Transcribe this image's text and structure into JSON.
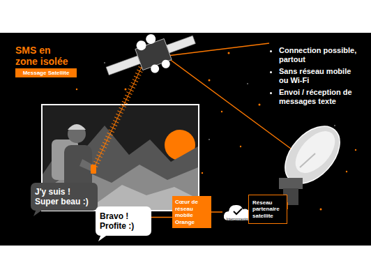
{
  "diagram": {
    "title": "SMS en zone isolée",
    "nodes": [
      {
        "text": [
          "Message Satellite"
        ]
      },
      {
        "text": [
          "J'y suis ! Super beau :)"
        ]
      },
      {
        "text": [
          "Bravo ! Profite :)"
        ]
      },
      {
        "text": [
          "Cœur de réseau mobile Orange"
        ]
      },
      {
        "text": [
          "Interconnexion"
        ]
      },
      {
        "text": [
          "Réseau partenaire satellite"
        ]
      }
    ],
    "edges": [
      {
        "from": 2,
        "to": 3,
        "arrow": "none"
      },
      {
        "from": 3,
        "to": 4,
        "arrow": "none"
      },
      {
        "from": 4,
        "to": 5,
        "arrow": "none"
      }
    ],
    "labels": [
      "Connection possible, partout",
      "Sans réseau mobile ou Wi-Fi",
      "Envoi / réception de messages texte"
    ]
  }
}
